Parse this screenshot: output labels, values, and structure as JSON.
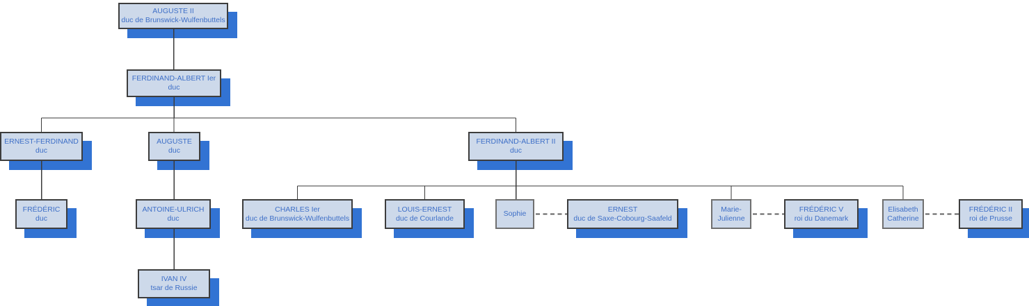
{
  "diagram_type": "family-tree",
  "colors": {
    "node_fill": "#cdd9ea",
    "node_border": "#3d3d3d",
    "plain_node_border": "#6f6f6f",
    "node_shadow_blue": "#3273d3",
    "text_blue": "#3e6fc7",
    "descent_line": "#3a3a3a",
    "marriage_line": "#606060",
    "background": "#ffffff"
  },
  "nodes": [
    {
      "name": "AUGUSTE II",
      "title": "duc de Brunswick-Wulfenbuttels"
    },
    {
      "name": "FERDINAND-ALBERT Ier",
      "title": "duc"
    },
    {
      "name": "ERNEST-FERDINAND",
      "title": "duc"
    },
    {
      "name": "AUGUSTE",
      "title": "duc"
    },
    {
      "name": "FERDINAND-ALBERT II",
      "title": "duc"
    },
    {
      "name": "FRÉDÉRIC",
      "title": "duc"
    },
    {
      "name": "ANTOINE-ULRICH",
      "title": "duc"
    },
    {
      "name": "CHARLES Ier",
      "title": "duc de Brunswick-Wulfenbuttels"
    },
    {
      "name": "LOUIS-ERNEST",
      "title": "duc de Courlande"
    },
    {
      "name": "Sophie",
      "title": ""
    },
    {
      "name": "ERNEST",
      "title": "duc de Saxe-Cobourg-Saafeld"
    },
    {
      "name": "Marie-Julienne",
      "title": ""
    },
    {
      "name": "FRÉDÉRIC V",
      "title": "roi du Danemark"
    },
    {
      "name": "Elisabeth Catherine",
      "title": ""
    },
    {
      "name": "FRÉDÉRIC II",
      "title": "roi de Prusse"
    },
    {
      "name": "IVAN IV",
      "title": "tsar de Russie"
    }
  ],
  "lineage": [
    {
      "parent": "AUGUSTE II",
      "children": [
        "FERDINAND-ALBERT Ier"
      ]
    },
    {
      "parent": "FERDINAND-ALBERT Ier",
      "children": [
        "ERNEST-FERDINAND",
        "AUGUSTE",
        "FERDINAND-ALBERT II"
      ]
    },
    {
      "parent": "ERNEST-FERDINAND",
      "children": [
        "FRÉDÉRIC"
      ]
    },
    {
      "parent": "AUGUSTE",
      "children": [
        "ANTOINE-ULRICH"
      ]
    },
    {
      "parent": "ANTOINE-ULRICH",
      "children": [
        "IVAN IV"
      ]
    },
    {
      "parent": "FERDINAND-ALBERT II",
      "children": [
        "CHARLES Ier",
        "LOUIS-ERNEST",
        "Sophie",
        "Marie-Julienne",
        "Elisabeth Catherine"
      ]
    }
  ],
  "marriages": [
    {
      "a": "Sophie",
      "b": "ERNEST"
    },
    {
      "a": "Marie-Julienne",
      "b": "FRÉDÉRIC V"
    },
    {
      "a": "Elisabeth Catherine",
      "b": "FRÉDÉRIC II"
    }
  ]
}
